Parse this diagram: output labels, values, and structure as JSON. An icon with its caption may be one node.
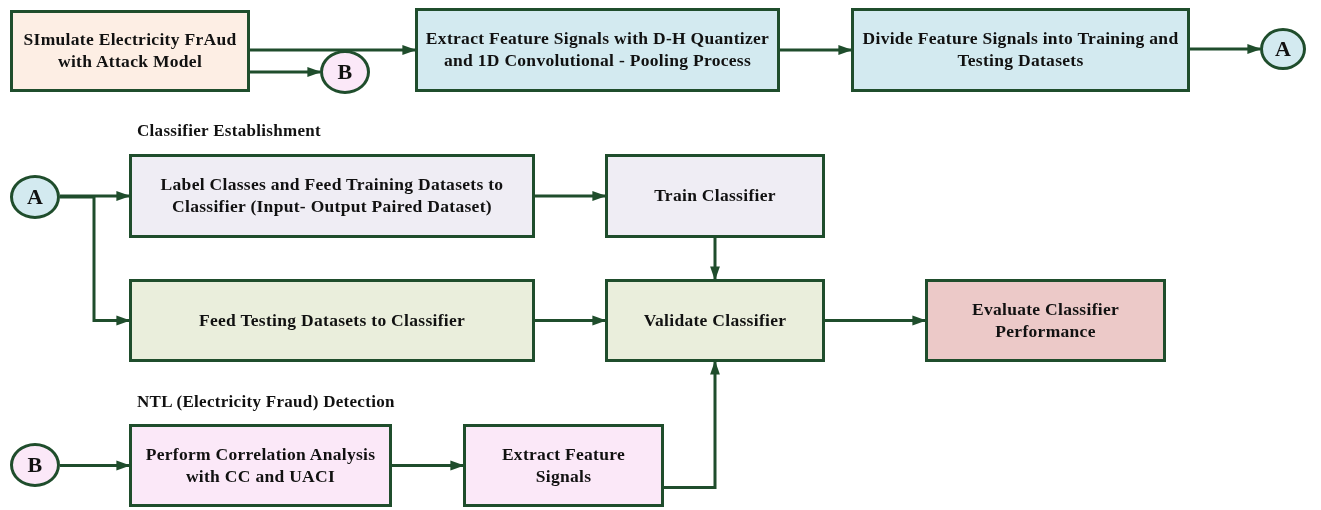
{
  "diagram": {
    "nodes": [
      {
        "text": [
          "SImulate Electricity FrAud with Attack Model"
        ]
      },
      {
        "text": [
          "B"
        ]
      },
      {
        "text": [
          "Extract Feature Signals with D-H Quantizer and 1D Convolutional - Pooling Process"
        ]
      },
      {
        "text": [
          "Divide Feature Signals into Training and Testing Datasets"
        ]
      },
      {
        "text": [
          "A"
        ]
      },
      {
        "text": [
          "A"
        ]
      },
      {
        "text": [
          "Label Classes and Feed Training Datasets to Classifier (Input- Output Paired Dataset)"
        ]
      },
      {
        "text": [
          "Train Classifier"
        ]
      },
      {
        "text": [
          "Feed Testing Datasets to Classifier"
        ]
      },
      {
        "text": [
          "Validate Classifier"
        ]
      },
      {
        "text": [
          "Evaluate Classifier Performance"
        ]
      },
      {
        "text": [
          "B"
        ]
      },
      {
        "text": [
          "Perform Correlation Analysis with CC and UACI"
        ]
      },
      {
        "text": [
          "Extract Feature Signals"
        ]
      }
    ],
    "edges": [
      {
        "from": 0,
        "to": 2,
        "arrow": "to"
      },
      {
        "from": 0,
        "to": 1,
        "arrow": "to"
      },
      {
        "from": 2,
        "to": 3,
        "arrow": "to"
      },
      {
        "from": 3,
        "to": 4,
        "arrow": "to"
      },
      {
        "from": 5,
        "to": 6,
        "arrow": "to"
      },
      {
        "from": 5,
        "to": 8,
        "arrow": "to"
      },
      {
        "from": 6,
        "to": 7,
        "arrow": "to"
      },
      {
        "from": 7,
        "to": 9,
        "arrow": "to"
      },
      {
        "from": 8,
        "to": 9,
        "arrow": "to"
      },
      {
        "from": 9,
        "to": 10,
        "arrow": "to"
      },
      {
        "from": 11,
        "to": 12,
        "arrow": "to"
      },
      {
        "from": 12,
        "to": 13,
        "arrow": "to"
      },
      {
        "from": 13,
        "to": 9,
        "arrow": "to"
      }
    ],
    "labels": [
      "Classifier Establishment",
      "NTL (Electricity Fraud) Detection"
    ]
  }
}
